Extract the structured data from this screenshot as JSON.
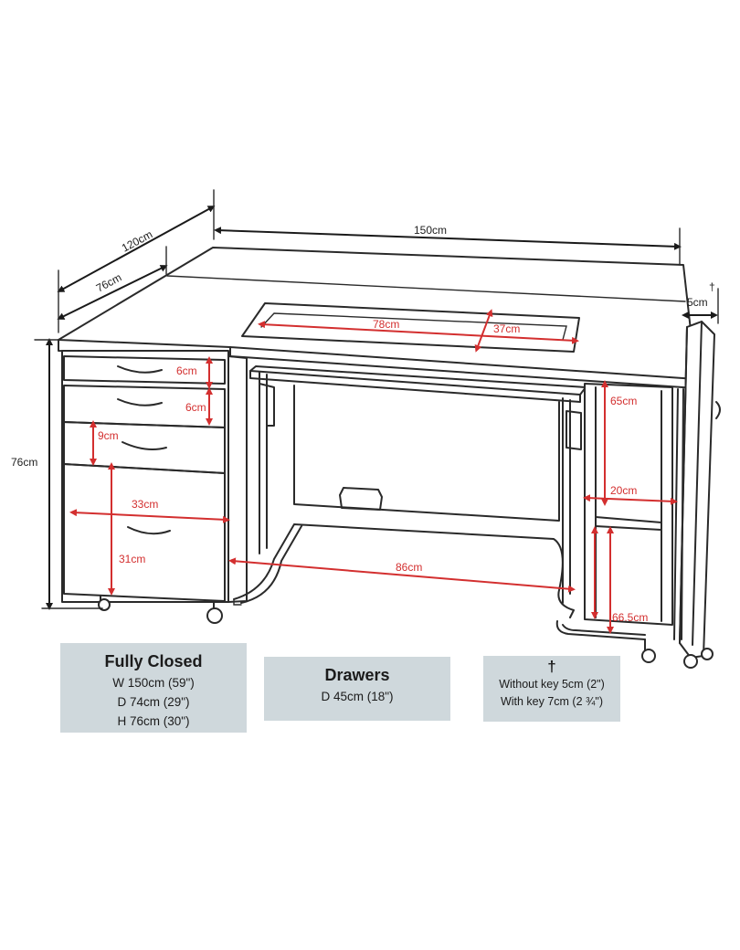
{
  "dimensions": {
    "depth_open": "120cm",
    "depth_closed": "76cm",
    "width": "150cm",
    "leaf": "5cm",
    "dagger": "†",
    "height": "76cm",
    "drawer_top": "6cm",
    "drawer_second": "6cm",
    "drawer_third": "9cm",
    "drawer_width": "33cm",
    "drawer_bottom": "31cm",
    "opening_width": "78cm",
    "opening_depth": "37cm",
    "knee_width": "86cm",
    "side_height": "65cm",
    "side_width": "20cm",
    "side_lower_height": "66.5cm"
  },
  "info_boxes": {
    "fully_closed": {
      "title": "Fully Closed",
      "lines": [
        "W 150cm (59\")",
        "D 74cm (29\")",
        "H 76cm (30\")"
      ]
    },
    "drawers": {
      "title": "Drawers",
      "lines": [
        "D 45cm (18\")"
      ]
    },
    "key": {
      "title": "†",
      "lines": [
        "Without key 5cm (2\")",
        "With key 7cm (2 ¾\")"
      ]
    }
  },
  "colors": {
    "line": "#2a2a2a",
    "dimension_black": "#1a1a1a",
    "dimension_red": "#d32f2f",
    "box_background": "#cfd8dc"
  }
}
